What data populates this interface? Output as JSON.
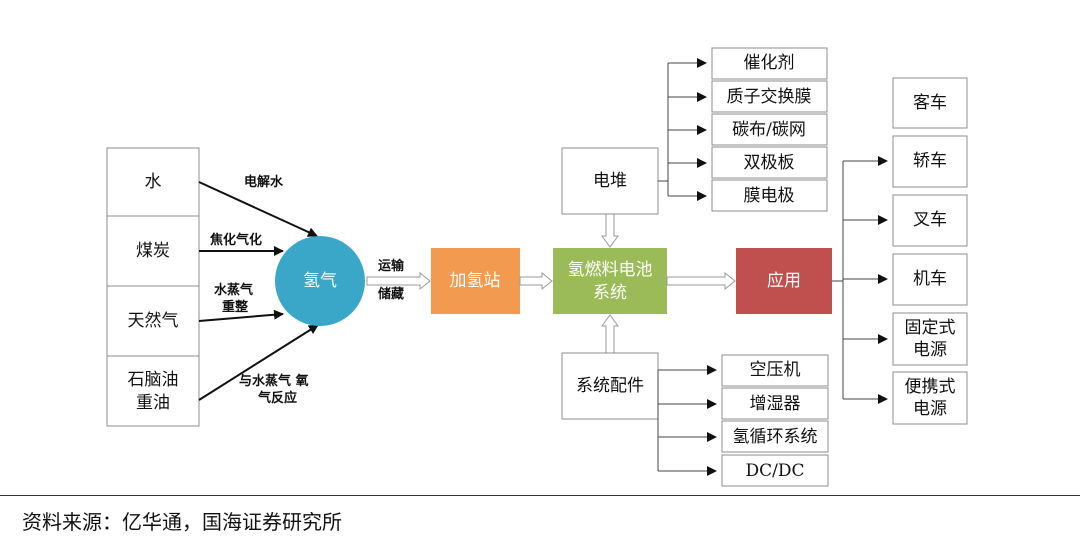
{
  "sources": {
    "water": "水",
    "coal": "煤炭",
    "natural_gas": "天然气",
    "oil_lines": [
      "石脑油",
      "重油"
    ]
  },
  "processes": {
    "electrolysis": "电解水",
    "coking_gas": "焦化气化",
    "steam_reforming_lines": [
      "水蒸气",
      "重整"
    ],
    "oxidation_lines": [
      "与水蒸气 氧",
      "气反应"
    ]
  },
  "hydrogen": "氢气",
  "transport": {
    "line1": "运输",
    "line2": "储藏"
  },
  "station": "加氢站",
  "fuel_cell_lines": [
    "氢燃料电池",
    "系统"
  ],
  "application": "应用",
  "stack": {
    "label": "电堆",
    "components": [
      "催化剂",
      "质子交换膜",
      "碳布/碳网",
      "双极板",
      "膜电极"
    ]
  },
  "accessories": {
    "label": "系统配件",
    "components": [
      "空压机",
      "增湿器",
      "氢循环系统",
      "DC/DC"
    ]
  },
  "applications": {
    "single": [
      "客车",
      "轿车",
      "叉车",
      "机车"
    ],
    "double": [
      [
        "固定式",
        "电源"
      ],
      [
        "便携式",
        "电源"
      ]
    ]
  },
  "colors": {
    "hydrogen": "#3aa7c8",
    "station": "#f29a4f",
    "fuel_cell": "#9bbb59",
    "application": "#c0504d",
    "box_border": "#8c8c8c"
  },
  "source_note": "资料来源：亿华通，国海证券研究所"
}
